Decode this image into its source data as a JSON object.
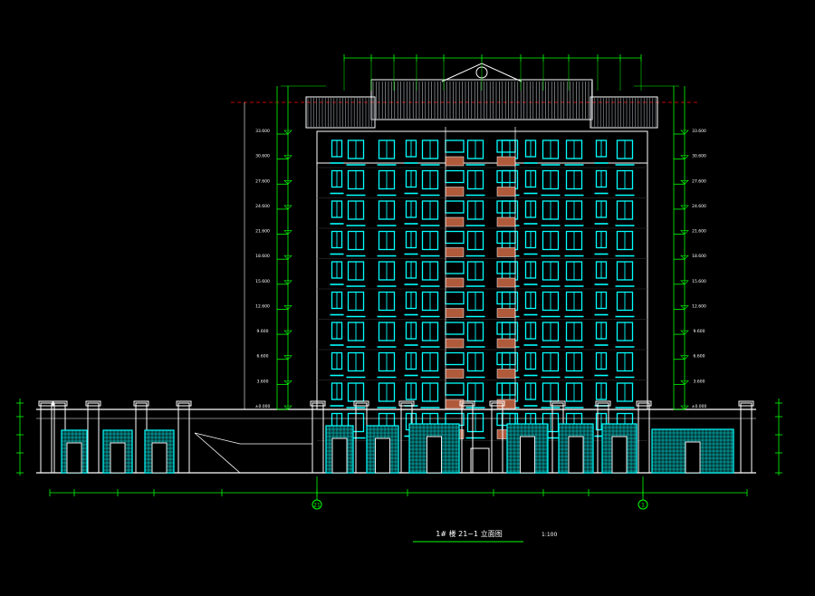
{
  "drawing": {
    "title": "1# 楼 21~1 立面图",
    "scale": "1:100",
    "axis_left": "21",
    "axis_right": "1"
  },
  "floor_levels": [
    "33.600",
    "30.600",
    "27.600",
    "24.600",
    "21.600",
    "18.600",
    "15.600",
    "12.600",
    "9.600",
    "6.600",
    "3.600",
    "±0.000"
  ],
  "floor_count": 10,
  "colors": {
    "background": "#000000",
    "outline": "#ffffff",
    "window": "#00ffff",
    "dimension": "#00ff00",
    "balcony": "#b05a3c",
    "axis_line": "#ff0000",
    "annotation": "#ffffff"
  }
}
